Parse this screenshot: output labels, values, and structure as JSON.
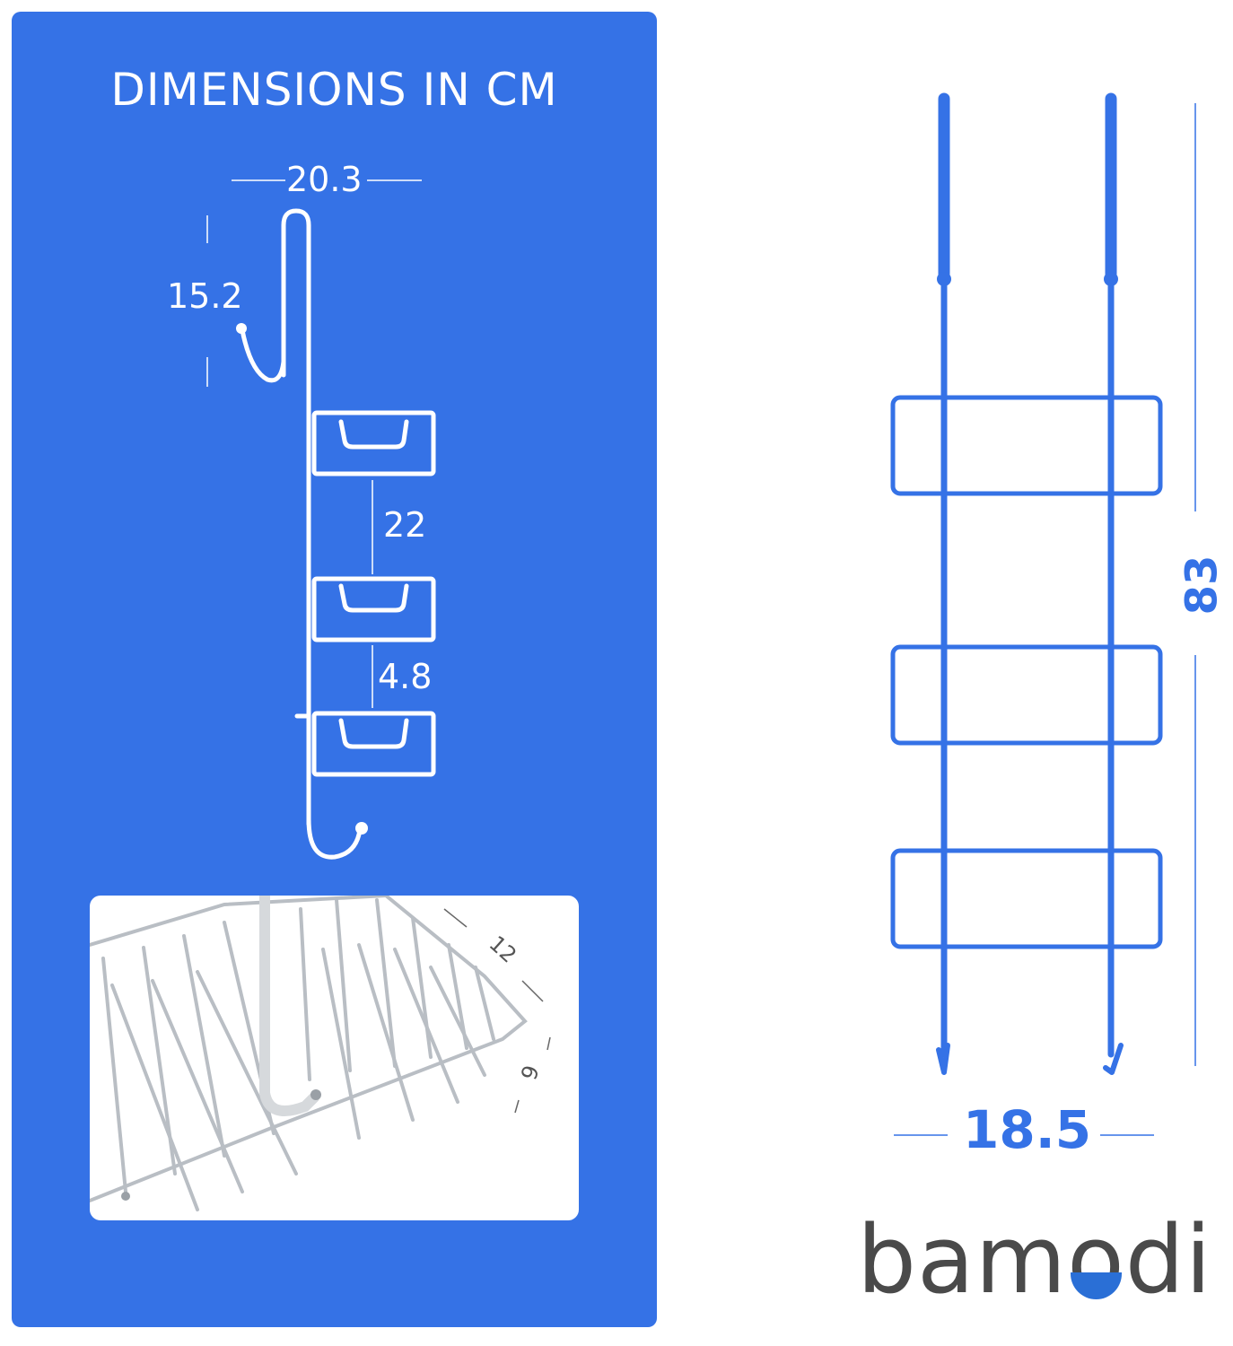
{
  "left_panel": {
    "title": "DIMENSIONS IN CM",
    "dimensions": {
      "hook_width": "20.3",
      "hook_height": "15.2",
      "shelf_spacing_large": "22",
      "shelf_spacing_small": "4.8"
    },
    "detail_photo": {
      "depth": "12",
      "height": "6"
    }
  },
  "right_panel": {
    "total_height": "83",
    "total_width": "18.5"
  },
  "brand": {
    "name_prefix": "bam",
    "name_o": "o",
    "name_suffix": "di"
  },
  "colors": {
    "panel_blue": "#3572E6",
    "line_blue": "#3572E6",
    "brand_gray": "#4a4a4a"
  }
}
